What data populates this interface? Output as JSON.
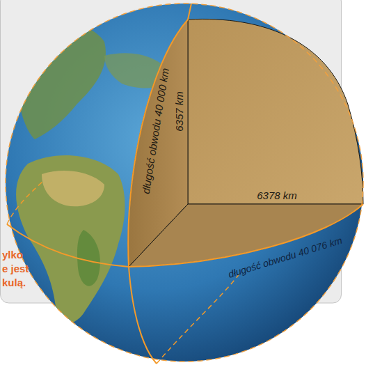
{
  "diagram": {
    "labels": [
      "6357 km",
      "6378 km",
      "długość obwodu 40 000 km",
      "długość obwodu 40 076 km",
      "ylko",
      "e jest",
      "kulą."
    ]
  }
}
